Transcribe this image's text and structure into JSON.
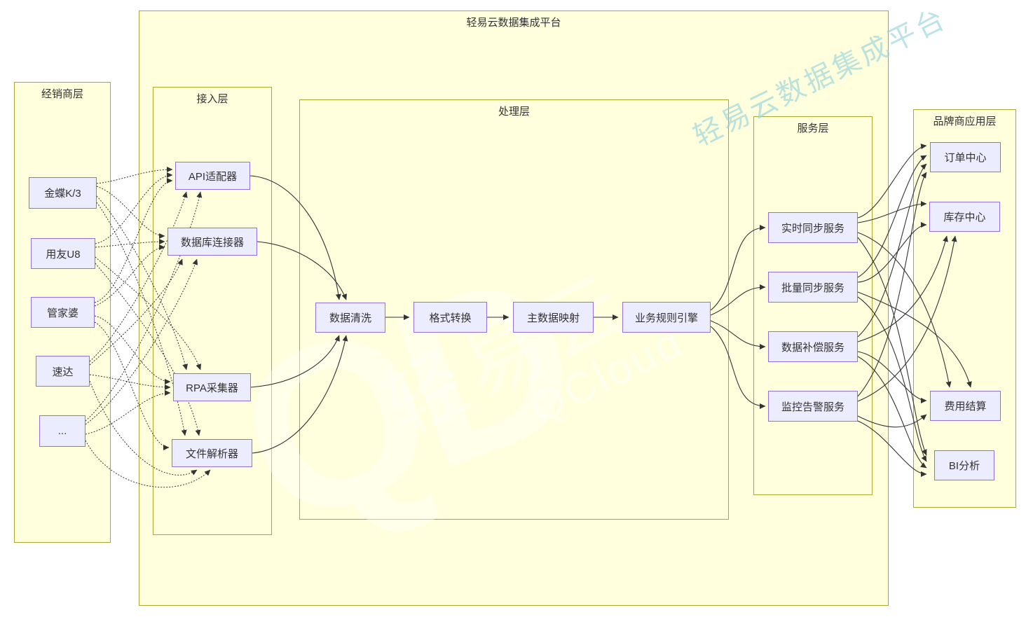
{
  "diagram": {
    "platform_title": "轻易云数据集成平台",
    "watermarks": {
      "corner_text": "轻易云数据集成平台",
      "center_cn": "轻易云",
      "center_en": "QCloud",
      "big_glyphs": "QD",
      "corner_color": "#8fd2da"
    },
    "colors": {
      "node_fill": "#ECECFF",
      "node_border": "#9370DB",
      "container_fill": "#FFFFDE",
      "container_border": "#AAAA33",
      "edge": "#333333",
      "text": "#333333"
    },
    "layers": {
      "distributor": {
        "title": "经销商层",
        "nodes": [
          {
            "label": "金蝶K/3"
          },
          {
            "label": "用友U8"
          },
          {
            "label": "管家婆"
          },
          {
            "label": "速达"
          },
          {
            "label": "..."
          }
        ]
      },
      "access": {
        "title": "接入层",
        "nodes": [
          {
            "label": "API适配器"
          },
          {
            "label": "数据库连接器"
          },
          {
            "label": "RPA采集器"
          },
          {
            "label": "文件解析器"
          }
        ]
      },
      "processing": {
        "title": "处理层",
        "nodes": [
          {
            "label": "数据清洗"
          },
          {
            "label": "格式转换"
          },
          {
            "label": "主数据映射"
          },
          {
            "label": "业务规则引擎"
          }
        ]
      },
      "service": {
        "title": "服务层",
        "nodes": [
          {
            "label": "实时同步服务"
          },
          {
            "label": "批量同步服务"
          },
          {
            "label": "数据补偿服务"
          },
          {
            "label": "监控告警服务"
          }
        ]
      },
      "application": {
        "title": "品牌商应用层",
        "nodes": [
          {
            "label": "订单中心"
          },
          {
            "label": "库存中心"
          },
          {
            "label": "费用结算"
          },
          {
            "label": "BI分析"
          }
        ]
      }
    },
    "connections": [
      [
        "金蝶K/3",
        "API适配器",
        "dotted"
      ],
      [
        "金蝶K/3",
        "数据库连接器",
        "dotted"
      ],
      [
        "金蝶K/3",
        "RPA采集器",
        "dotted"
      ],
      [
        "金蝶K/3",
        "文件解析器",
        "dotted"
      ],
      [
        "用友U8",
        "API适配器",
        "dotted"
      ],
      [
        "用友U8",
        "数据库连接器",
        "dotted"
      ],
      [
        "用友U8",
        "RPA采集器",
        "dotted"
      ],
      [
        "用友U8",
        "文件解析器",
        "dotted"
      ],
      [
        "管家婆",
        "API适配器",
        "dotted"
      ],
      [
        "管家婆",
        "数据库连接器",
        "dotted"
      ],
      [
        "管家婆",
        "RPA采集器",
        "dotted"
      ],
      [
        "管家婆",
        "文件解析器",
        "dotted"
      ],
      [
        "速达",
        "API适配器",
        "dotted"
      ],
      [
        "速达",
        "数据库连接器",
        "dotted"
      ],
      [
        "速达",
        "RPA采集器",
        "dotted"
      ],
      [
        "速达",
        "文件解析器",
        "dotted"
      ],
      [
        "...",
        "API适配器",
        "dotted"
      ],
      [
        "...",
        "数据库连接器",
        "dotted"
      ],
      [
        "...",
        "RPA采集器",
        "dotted"
      ],
      [
        "...",
        "文件解析器",
        "dotted"
      ],
      [
        "API适配器",
        "数据清洗",
        "solid"
      ],
      [
        "数据库连接器",
        "数据清洗",
        "solid"
      ],
      [
        "RPA采集器",
        "数据清洗",
        "solid"
      ],
      [
        "文件解析器",
        "数据清洗",
        "solid"
      ],
      [
        "数据清洗",
        "格式转换",
        "solid"
      ],
      [
        "格式转换",
        "主数据映射",
        "solid"
      ],
      [
        "主数据映射",
        "业务规则引擎",
        "solid"
      ],
      [
        "业务规则引擎",
        "实时同步服务",
        "solid"
      ],
      [
        "业务规则引擎",
        "批量同步服务",
        "solid"
      ],
      [
        "业务规则引擎",
        "数据补偿服务",
        "solid"
      ],
      [
        "业务规则引擎",
        "监控告警服务",
        "solid"
      ],
      [
        "实时同步服务",
        "订单中心",
        "solid"
      ],
      [
        "实时同步服务",
        "库存中心",
        "solid"
      ],
      [
        "实时同步服务",
        "费用结算",
        "solid"
      ],
      [
        "实时同步服务",
        "BI分析",
        "solid"
      ],
      [
        "批量同步服务",
        "订单中心",
        "solid"
      ],
      [
        "批量同步服务",
        "库存中心",
        "solid"
      ],
      [
        "批量同步服务",
        "费用结算",
        "solid"
      ],
      [
        "批量同步服务",
        "BI分析",
        "solid"
      ],
      [
        "数据补偿服务",
        "订单中心",
        "solid"
      ],
      [
        "数据补偿服务",
        "库存中心",
        "solid"
      ],
      [
        "数据补偿服务",
        "费用结算",
        "solid"
      ],
      [
        "数据补偿服务",
        "BI分析",
        "solid"
      ],
      [
        "监控告警服务",
        "订单中心",
        "solid"
      ],
      [
        "监控告警服务",
        "库存中心",
        "solid"
      ],
      [
        "监控告警服务",
        "费用结算",
        "solid"
      ],
      [
        "监控告警服务",
        "BI分析",
        "solid"
      ]
    ]
  }
}
